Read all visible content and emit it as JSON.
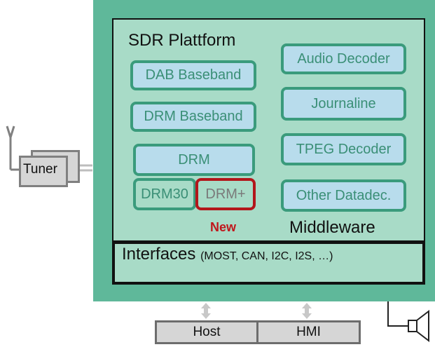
{
  "platform": {
    "title": "SDR Plattform",
    "middleware_label": "Middleware",
    "new_label": "New",
    "interfaces_title": "Interfaces",
    "interfaces_detail": "(MOST, CAN, I2C, I2S, …)"
  },
  "modules": {
    "dab_baseband": "DAB Baseband",
    "drm_baseband": "DRM Baseband",
    "drm": "DRM",
    "drm30": "DRM30",
    "drm_plus": "DRM+",
    "audio_decoder": "Audio Decoder",
    "journaline": "Journaline",
    "tpeg_decoder": "TPEG Decoder",
    "other_datadec": "Other Datadec."
  },
  "tuner": {
    "label": "Tuner"
  },
  "bottom": {
    "host": "Host",
    "hmi": "HMI"
  },
  "colors": {
    "platform_outer": "#5fb89a",
    "platform_inner": "#a8dbc7",
    "module_border": "#3a9b7c",
    "module_fill": "#b8dcec",
    "module_text": "#3a8f76",
    "new_highlight": "#c0171c"
  }
}
